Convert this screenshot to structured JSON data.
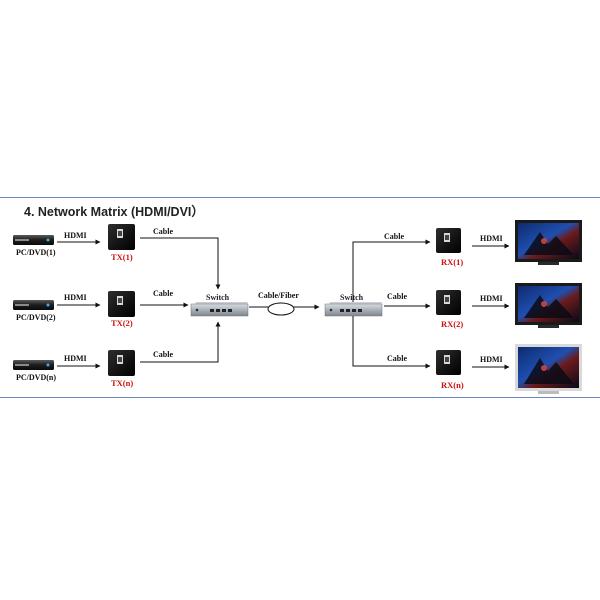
{
  "title": "4. Network Matrix (HDMI/DVI）",
  "sources": [
    {
      "label": "PC/DVD(1)"
    },
    {
      "label": "PC/DVD(2)"
    },
    {
      "label": "PC/DVD(n)"
    }
  ],
  "transmitters": [
    {
      "label": "TX(1)"
    },
    {
      "label": "TX(2)"
    },
    {
      "label": "TX(n)"
    }
  ],
  "receivers": [
    {
      "label": "RX(1)"
    },
    {
      "label": "RX(2)"
    },
    {
      "label": "RX(n)"
    }
  ],
  "links": {
    "hdmi": "HDMI",
    "cable": "Cable",
    "backbone": "Cable/Fiber",
    "switch": "Switch"
  },
  "colors": {
    "device_label": "#cc1111",
    "rule": "#6f86c4",
    "line": "#111111"
  }
}
